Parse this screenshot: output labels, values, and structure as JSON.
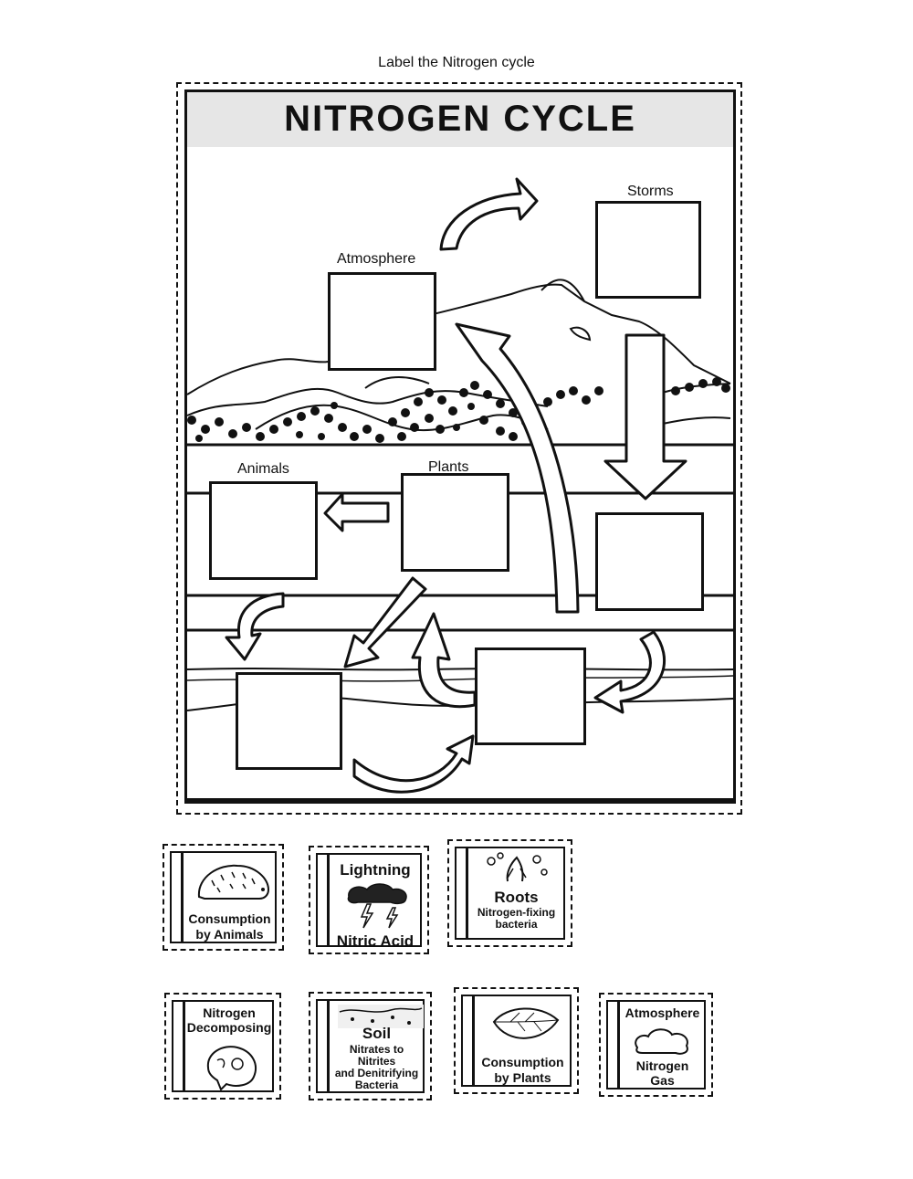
{
  "instruction": "Label the Nitrogen cycle",
  "title": "NITROGEN CYCLE",
  "diagram_labels": {
    "storms": "Storms",
    "atmosphere": "Atmosphere",
    "animals": "Animals",
    "plants": "Plants"
  },
  "cards": {
    "animals": {
      "line1": "Consumption",
      "line2": "by Animals",
      "icon": "hedgehog-icon"
    },
    "lightning": {
      "heading": "Lightning",
      "footer": "Nitric Acid",
      "icon": "storm-cloud-icon"
    },
    "roots": {
      "heading": "Roots",
      "line1": "Nitrogen-fixing",
      "line2": "bacteria",
      "icon": "roots-icon"
    },
    "decomposing": {
      "line1": "Nitrogen",
      "line2": "Decomposing",
      "icon": "skull-icon"
    },
    "soil": {
      "heading": "Soil",
      "line1": "Nitrates to",
      "line2": "Nitrites",
      "line3": "and Denitrifying",
      "line4": "Bacteria",
      "icon": "soil-icon"
    },
    "plants": {
      "line1": "Consumption",
      "line2": "by Plants",
      "icon": "leaf-icon"
    },
    "atmosphere": {
      "heading": "Atmosphere",
      "line1": "Nitrogen",
      "line2": "Gas",
      "icon": "cloud-icon"
    }
  }
}
